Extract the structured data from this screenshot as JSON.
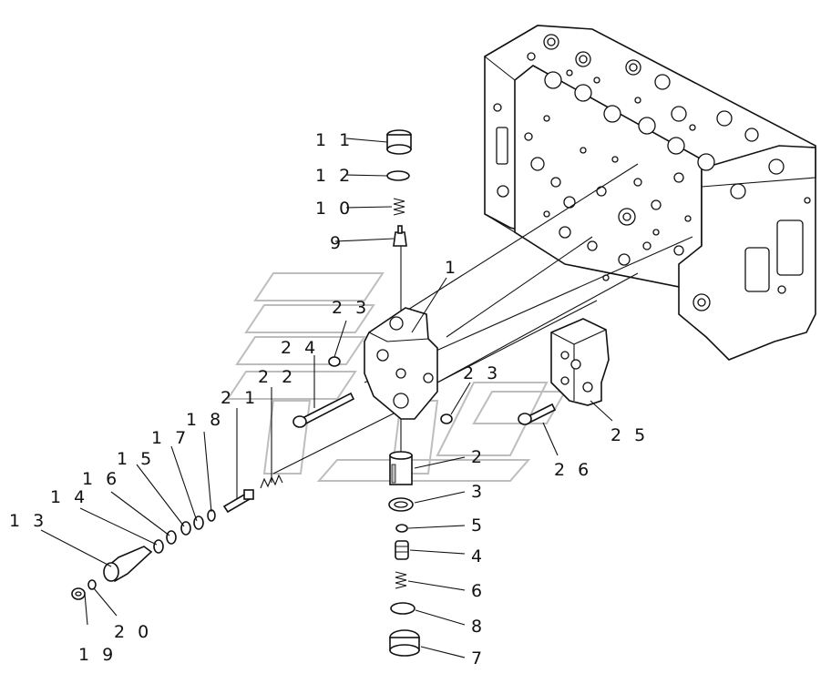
{
  "diagram": {
    "part_labels": [
      {
        "id": "1",
        "text": "1"
      },
      {
        "id": "2",
        "text": "2"
      },
      {
        "id": "3",
        "text": "3"
      },
      {
        "id": "4",
        "text": "4"
      },
      {
        "id": "5",
        "text": "5"
      },
      {
        "id": "6",
        "text": "6"
      },
      {
        "id": "7",
        "text": "7"
      },
      {
        "id": "8",
        "text": "8"
      },
      {
        "id": "9",
        "text": "9"
      },
      {
        "id": "10",
        "text": "1 0"
      },
      {
        "id": "11",
        "text": "1 1"
      },
      {
        "id": "12",
        "text": "1 2"
      },
      {
        "id": "13",
        "text": "1 3"
      },
      {
        "id": "14",
        "text": "1 4"
      },
      {
        "id": "15",
        "text": "1 5"
      },
      {
        "id": "16",
        "text": "1 6"
      },
      {
        "id": "17",
        "text": "1 7"
      },
      {
        "id": "18",
        "text": "1 8"
      },
      {
        "id": "19",
        "text": "1 9"
      },
      {
        "id": "20",
        "text": "2 0"
      },
      {
        "id": "21",
        "text": "2 1"
      },
      {
        "id": "22",
        "text": "2 2"
      },
      {
        "id": "23a",
        "text": "2 3"
      },
      {
        "id": "23b",
        "text": "2 3"
      },
      {
        "id": "24",
        "text": "2 4"
      },
      {
        "id": "25",
        "text": "2 5"
      },
      {
        "id": "26",
        "text": "2 6"
      }
    ]
  }
}
